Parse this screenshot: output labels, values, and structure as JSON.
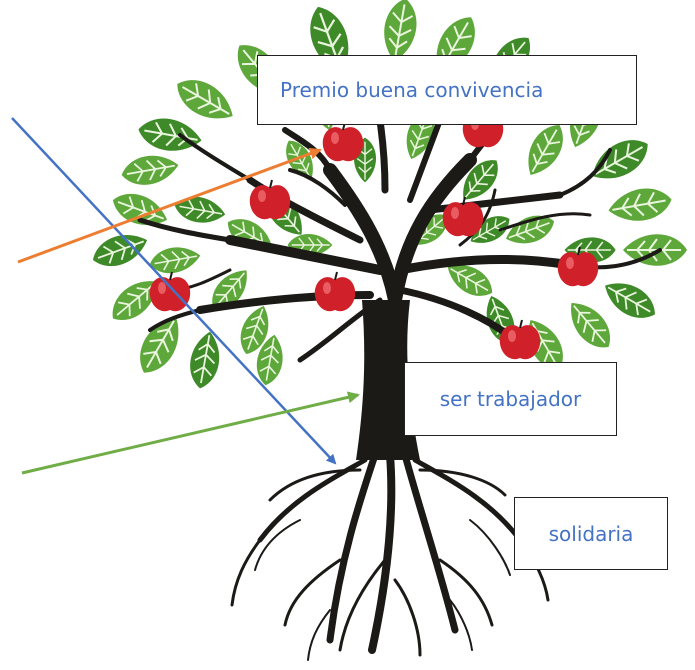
{
  "labels": {
    "fruits": "Premio buena convivencia",
    "trunk": "ser trabajador",
    "roots": "solidaria"
  },
  "colors": {
    "label_text": "#4472c4",
    "leaf": "#5ea83b",
    "leaf_dark": "#3f8a28",
    "leaf_vein": "#e9f5dd",
    "apple": "#d0202a",
    "apple_highlight": "#f3767b",
    "tree": "#1c1a17",
    "arrow_blue": "#4472c4",
    "arrow_orange": "#ed7d31",
    "arrow_green": "#70ad47"
  }
}
